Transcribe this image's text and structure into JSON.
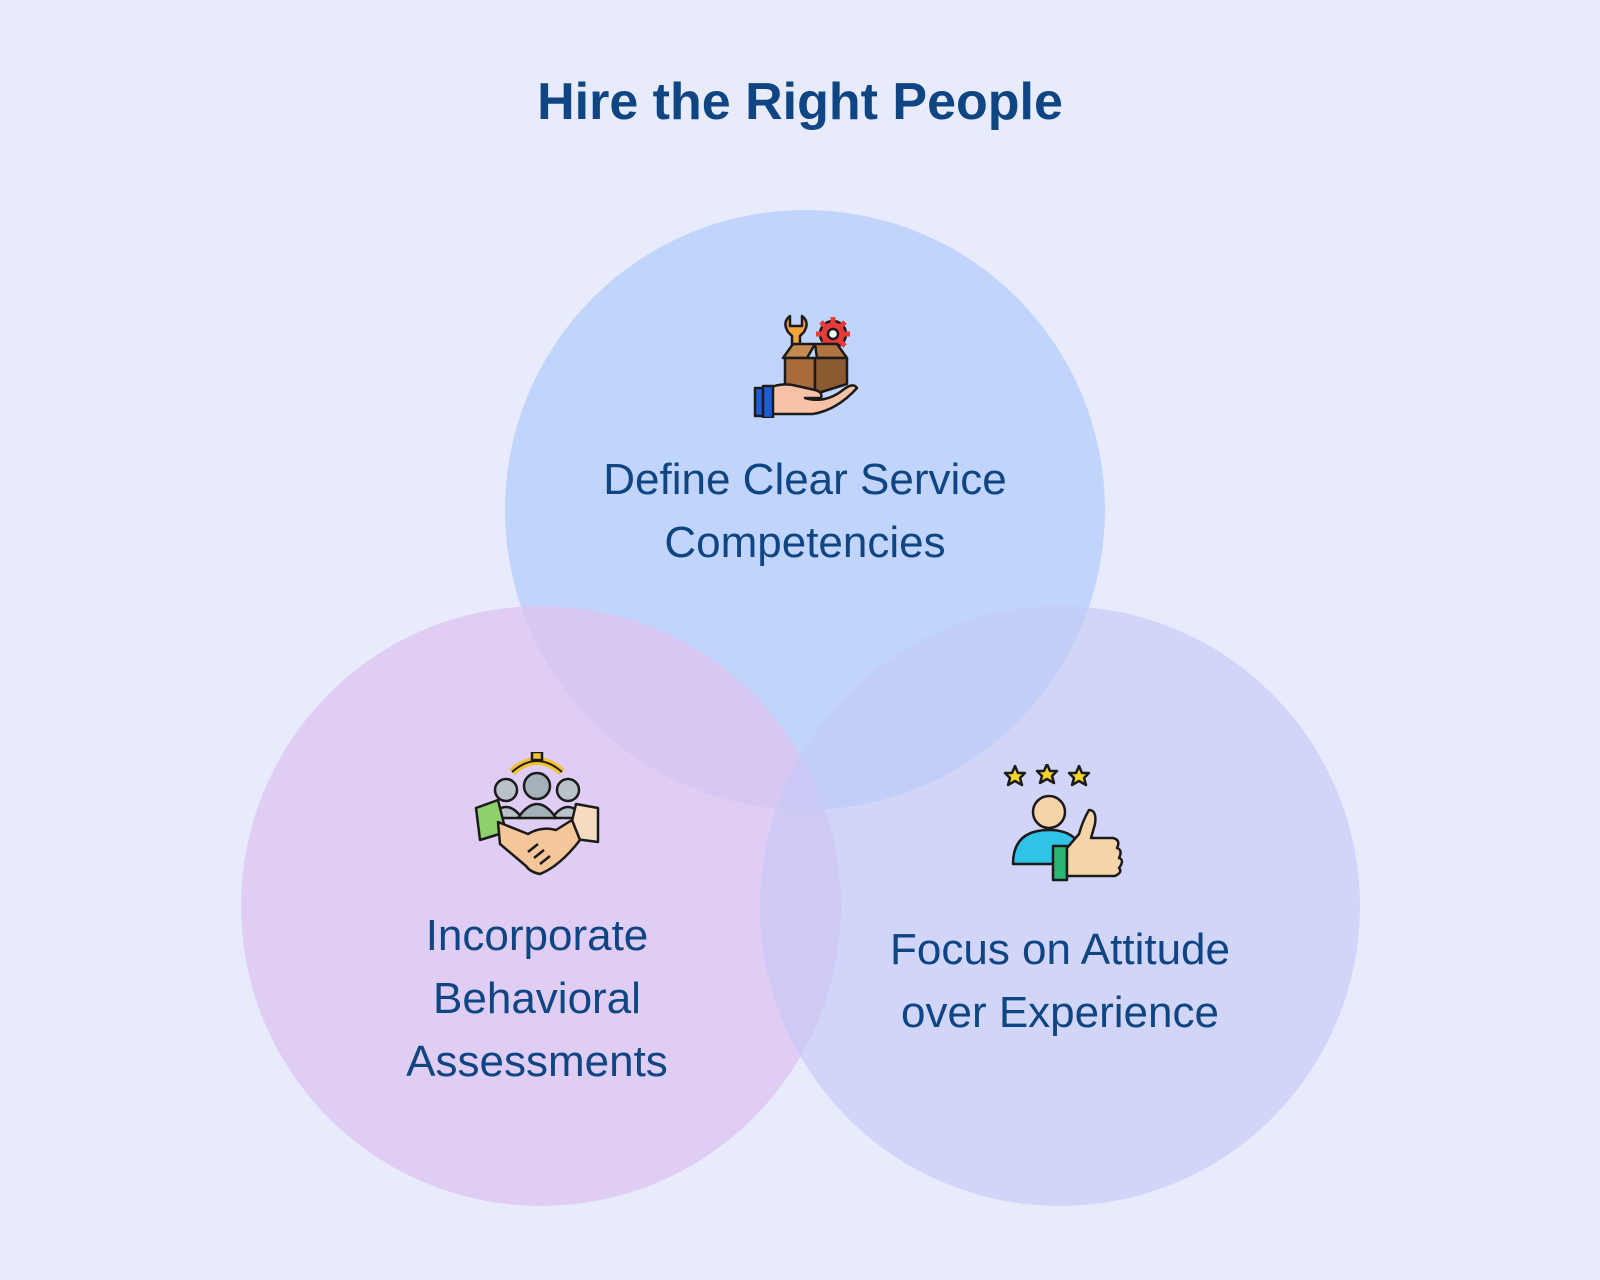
{
  "title": "Hire the Right People",
  "colors": {
    "background": "#e8ebfc",
    "title": "#0f4582",
    "circle_top": "#b6cdfa",
    "circle_left": "#dcc4f0",
    "circle_right": "#c4c8f5"
  },
  "circles": [
    {
      "label_lines": [
        "Define Clear Service",
        "Competencies"
      ],
      "icon": "hand-holding-toolbox-icon"
    },
    {
      "label_lines": [
        "Incorporate",
        "Behavioral",
        "Assessments"
      ],
      "icon": "team-handshake-icon"
    },
    {
      "label_lines": [
        "Focus on Attitude",
        "over Experience"
      ],
      "icon": "person-thumbs-up-stars-icon"
    }
  ]
}
